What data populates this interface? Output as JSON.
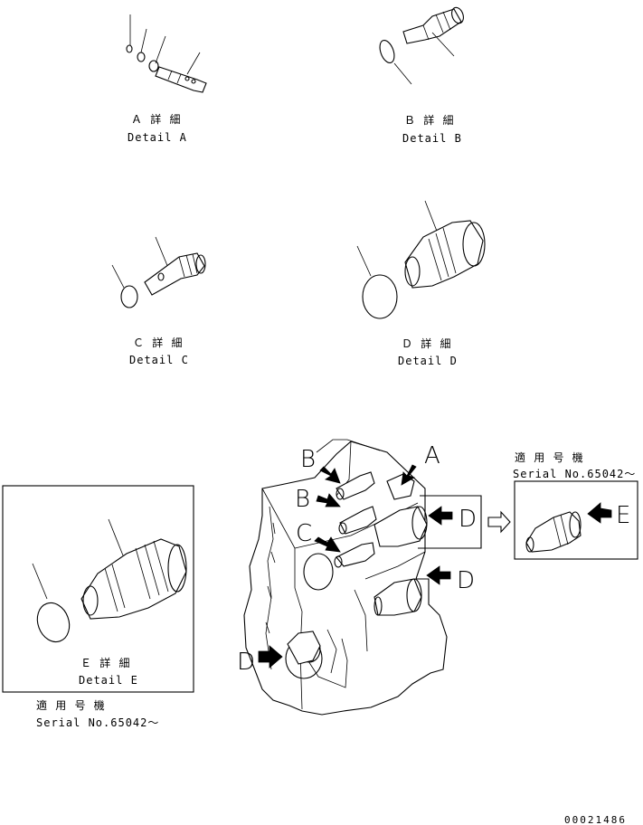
{
  "details": {
    "a": {
      "jp": "Ａ 詳 細",
      "en": "Detail A"
    },
    "b": {
      "jp": "Ｂ 詳 細",
      "en": "Detail B"
    },
    "c": {
      "jp": "Ｃ 詳 細",
      "en": "Detail C"
    },
    "d": {
      "jp": "Ｄ 詳 細",
      "en": "Detail D"
    },
    "e": {
      "jp": "Ｅ 詳 細",
      "en": "Detail E"
    }
  },
  "serial": {
    "jp": "適 用 号 機",
    "en": "Serial No.65042～"
  },
  "markers": {
    "a": "A",
    "b1": "B",
    "b2": "B",
    "c": "C",
    "d1": "D",
    "d2": "D",
    "d3": "D",
    "e": "E"
  },
  "figure_number": "00021486",
  "colors": {
    "ink": "#000000",
    "paper": "#ffffff"
  }
}
